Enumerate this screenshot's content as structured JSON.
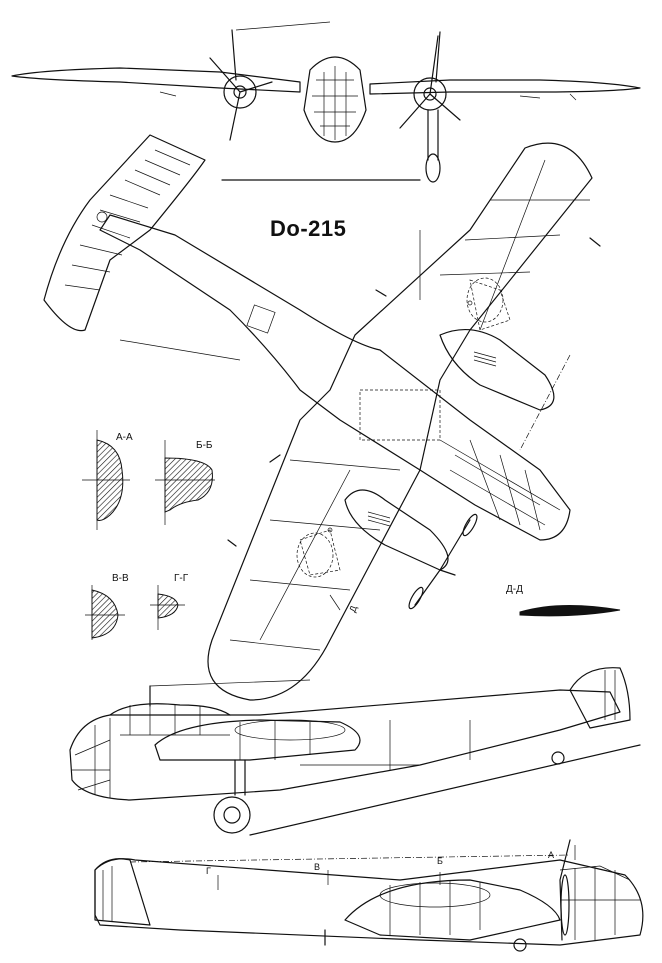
{
  "title": "Do-215",
  "section_labels": {
    "aa": "А-А",
    "bb": "Б-Б",
    "vv": "В-В",
    "gg": "Г-Г",
    "dd": "Д-Д"
  },
  "station_marks": {
    "d": "Д",
    "g": "Г",
    "v": "В",
    "b": "Б",
    "a": "А"
  },
  "colors": {
    "ink": "#111111",
    "paper": "#ffffff"
  }
}
